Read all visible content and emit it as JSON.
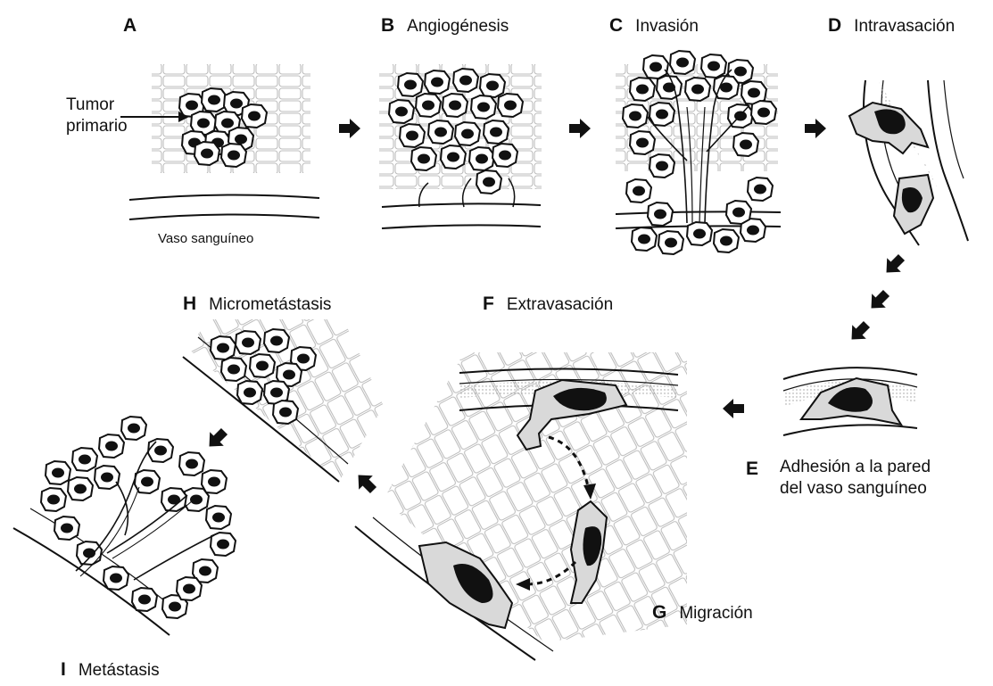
{
  "stages": [
    {
      "letter": "A",
      "title": ""
    },
    {
      "letter": "B",
      "title": "Angiogénesis"
    },
    {
      "letter": "C",
      "title": "Invasión"
    },
    {
      "letter": "D",
      "title": "Intravasación"
    },
    {
      "letter": "E",
      "title": "Adhesión a la pared",
      "title2": "del vaso sanguíneo"
    },
    {
      "letter": "F",
      "title": "Extravasación"
    },
    {
      "letter": "G",
      "title": "Migración"
    },
    {
      "letter": "H",
      "title": "Micrometástasis"
    },
    {
      "letter": "I",
      "title": "Metástasis"
    }
  ],
  "annotations": {
    "tumor_line1": "Tumor",
    "tumor_line2": "primario",
    "vessel": "Vaso sanguíneo"
  },
  "colors": {
    "ink": "#111111",
    "tissue": "#bdbdbd",
    "cell_fill": "#ffffff",
    "nucleus": "#111111",
    "stipple": "#d6d6d6"
  }
}
